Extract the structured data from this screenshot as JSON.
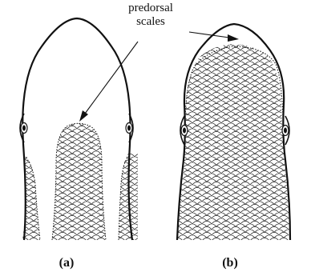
{
  "callout": {
    "line1": "predorsal",
    "line2": "scales"
  },
  "panels": [
    {
      "label": "(a)"
    },
    {
      "label": "(b)"
    }
  ],
  "colors": {
    "ink": "#111111",
    "background": "#ffffff"
  }
}
